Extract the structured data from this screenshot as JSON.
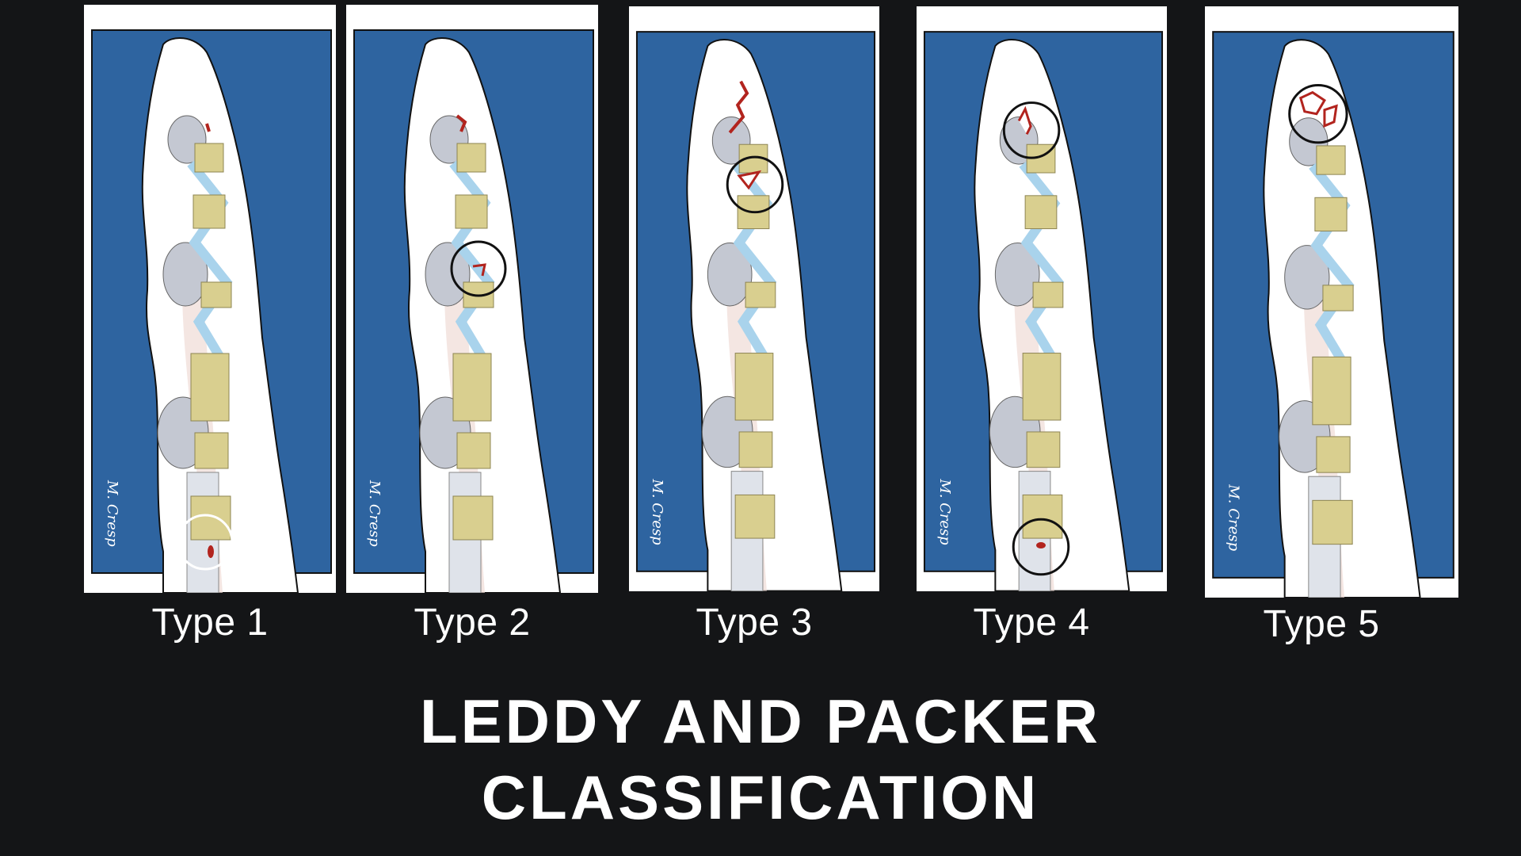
{
  "title": {
    "line1": "LEDDY AND PACKER",
    "line2": "CLASSIFICATION"
  },
  "watermark": "M. Cresp",
  "colors": {
    "background": "#141517",
    "panel_bg": "#2e64a0",
    "tendon": "#d9cf8f",
    "ligament": "#a9d3ec",
    "vinculum": "#c4c8d2",
    "fracture": "#b2241e"
  },
  "panels": [
    {
      "label": "Type 1",
      "circle_style": "light"
    },
    {
      "label": "Type 2",
      "circle_style": "dark"
    },
    {
      "label": "Type 3",
      "circle_style": "dark"
    },
    {
      "label": "Type 4",
      "circle_style": "dark"
    },
    {
      "label": "Type 5",
      "circle_style": "dark"
    }
  ]
}
